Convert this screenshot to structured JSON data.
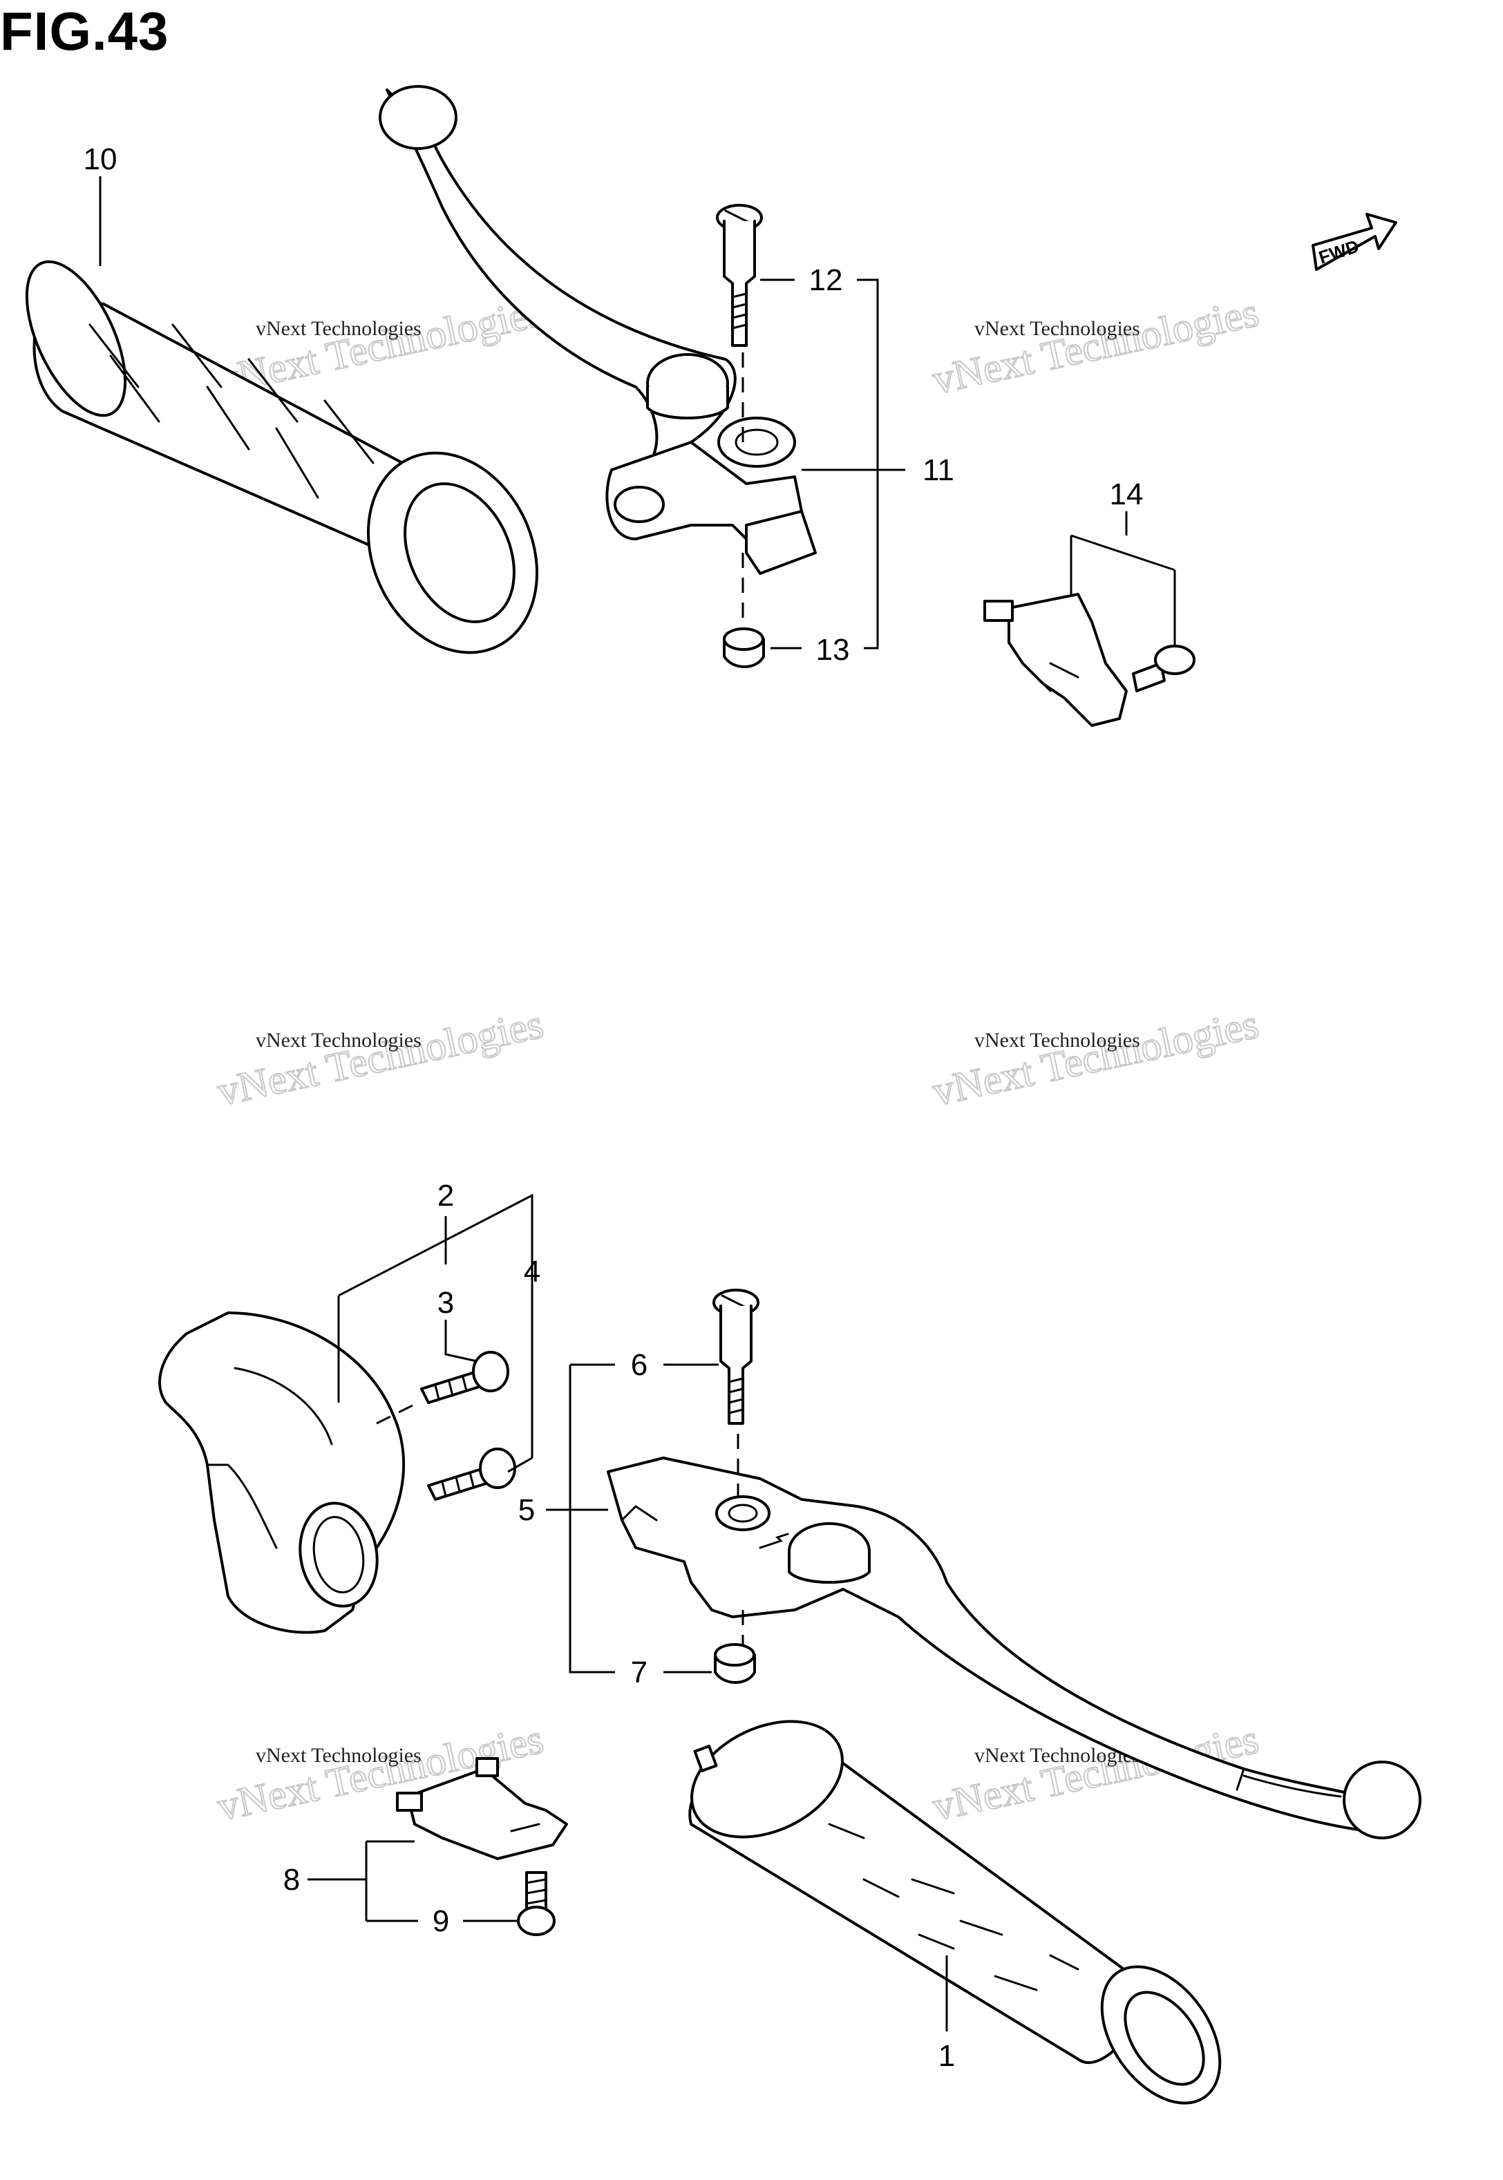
{
  "figure": {
    "title": "FIG.43"
  },
  "fwd_label": "FWD",
  "watermark": {
    "line1": "vNext Technologies",
    "line2": "vNext Technologies"
  },
  "callouts": {
    "c1": "1",
    "c2": "2",
    "c3": "3",
    "c4": "4",
    "c5": "5",
    "c6": "6",
    "c7": "7",
    "c8": "8",
    "c9": "9",
    "c10": "10",
    "c11": "11",
    "c12": "12",
    "c13": "13",
    "c14": "14"
  },
  "icons": {
    "fwd_arrow": "fwd-arrow-icon"
  },
  "colors": {
    "line": "#000000",
    "background": "#ffffff",
    "watermark": "#c8c8c8"
  }
}
